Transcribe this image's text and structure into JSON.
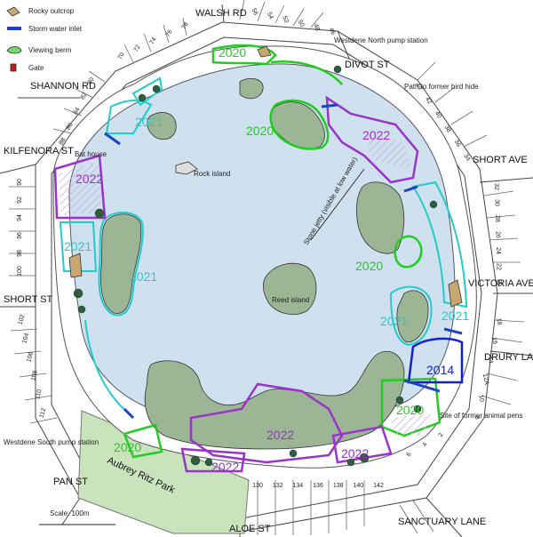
{
  "legend": {
    "items": [
      {
        "label": "Rocky outcrop",
        "icon": "rock-outcrop-icon"
      },
      {
        "label": "Storm water inlet",
        "icon": "storm-water-inlet-icon"
      },
      {
        "label": "Viewing berm",
        "icon": "viewing-berm-icon"
      },
      {
        "label": "Gate",
        "icon": "gate-icon"
      }
    ]
  },
  "colors": {
    "water": "#cfe0ee",
    "land": "#9bb595",
    "y2020": "#22cc22",
    "y2021": "#22cccc",
    "y2022": "#9933cc",
    "y2014": "#1122cc",
    "park": "#c9e4bd",
    "inlet": "#1a44c8"
  },
  "streets": {
    "walsh": "WALSH RD",
    "divot": "DIVOT ST",
    "shannon": "SHANNON RD",
    "kilfenora": "KILFENORA ST",
    "short_ave": "SHORT AVE",
    "victoria": "VICTORIA AVE",
    "short_st": "SHORT ST",
    "drury": "DRURY LANE",
    "pan": "PAN ST",
    "aloe": "ALOE ST",
    "sanctuary": "SANCTUARY LANE",
    "park": "Aubrey Ritz Park"
  },
  "notes": {
    "westdene_north": "Westdene North pump station",
    "bird_hide": "Path to former bird hide",
    "bat_house": "Bat house",
    "rock_island": "Rock island",
    "reed_island": "Reed island",
    "stone_jetty": "Stone jetty (visible at low water)",
    "animal_pens": "Site of former animal pens",
    "westdene_south": "Westdene South pump station",
    "scale": "Scale: 100m"
  },
  "years": {
    "n2020": "2020",
    "nw2021": "2021",
    "ne2020": "2020",
    "ne2022": "2022",
    "w2022": "2022",
    "w2021": "2021",
    "island2021": "2021",
    "e2020": "2020",
    "e2021": "2021",
    "e2014": "2014",
    "se2020": "2020",
    "s2022": "2022",
    "s2022b": "2022",
    "s2022c": "2022",
    "sw2020": "2020"
  },
  "house_numbers": {
    "top": [
      "56",
      "54",
      "52",
      "50",
      "48",
      "46"
    ],
    "top_left": [
      "70",
      "72",
      "74",
      "76",
      "78"
    ],
    "left_upper": [
      "80",
      "82",
      "84",
      "86",
      "88"
    ],
    "left": [
      "90",
      "92",
      "94",
      "96",
      "98",
      "100"
    ],
    "left_lower": [
      "102",
      "104",
      "106",
      "108",
      "110",
      "112"
    ],
    "right_upper": [
      "44",
      "42",
      "40",
      "38",
      "36",
      "34"
    ],
    "right": [
      "32",
      "30",
      "28",
      "26",
      "24",
      "22",
      "20"
    ],
    "right_lower": [
      "18",
      "16",
      "14",
      "12A",
      "10",
      "8"
    ],
    "bottom": [
      "130",
      "132",
      "134",
      "136",
      "138",
      "140",
      "142"
    ],
    "bottom_right": [
      "6",
      "4",
      "2"
    ]
  }
}
